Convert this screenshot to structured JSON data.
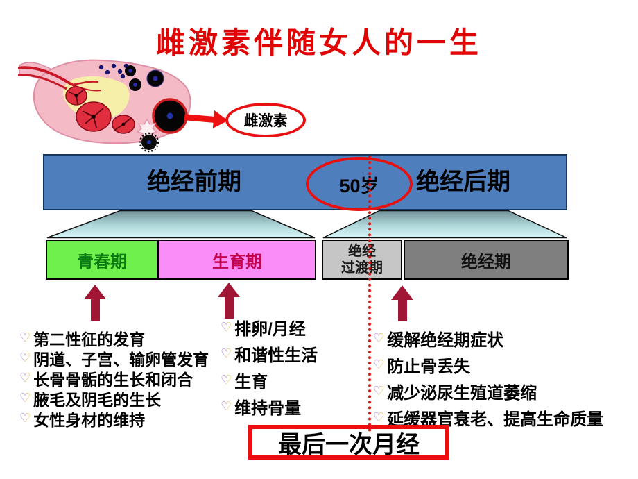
{
  "title": "雌激素伴随女人的一生",
  "ovary_diagram": {
    "estrogen_label": "雌激素"
  },
  "age_axis": {
    "premenopause": "绝经前期",
    "age_marker": "50岁",
    "postmenopause": "绝经后期"
  },
  "stages": {
    "puberty": "青春期",
    "reproductive": "生育期",
    "transition_line1": "绝经",
    "transition_line2": "过渡期",
    "menopause": "绝经期"
  },
  "benefits": {
    "puberty": [
      "第二性征的发育",
      "阴道、子宫、输卵管发育",
      "长骨骨骺的生长和闭合",
      "腋毛及阴毛的生长",
      "女性身材的维持"
    ],
    "reproductive": [
      "排卵/月经",
      "和谐性生活",
      "生育",
      "维持骨量"
    ],
    "postmenopause": [
      "缓解绝经期症状",
      "防止骨丢失",
      "减少泌尿生殖道萎缩",
      "延缓器官衰老、提高生命质量"
    ]
  },
  "last_menses": "最后一次月经",
  "icons": {
    "heart_bullet": "♡"
  },
  "colors": {
    "title_red": "#df0505",
    "accent_red": "#e61010",
    "axis_blue": "#4e7fbc",
    "axis_border": "#17375e",
    "puberty_green": "#6ff04d",
    "puberty_text": "#0b7a10",
    "reproductive_pink": "#fb8df8",
    "reproductive_text": "#c3004c",
    "transition_gray": "#c6c6c6",
    "menopause_gray": "#7f7f7f",
    "arrow_dark_red": "#a21635",
    "heart_purple": "#9a66c8",
    "heart_gold": "#e2ac28"
  }
}
